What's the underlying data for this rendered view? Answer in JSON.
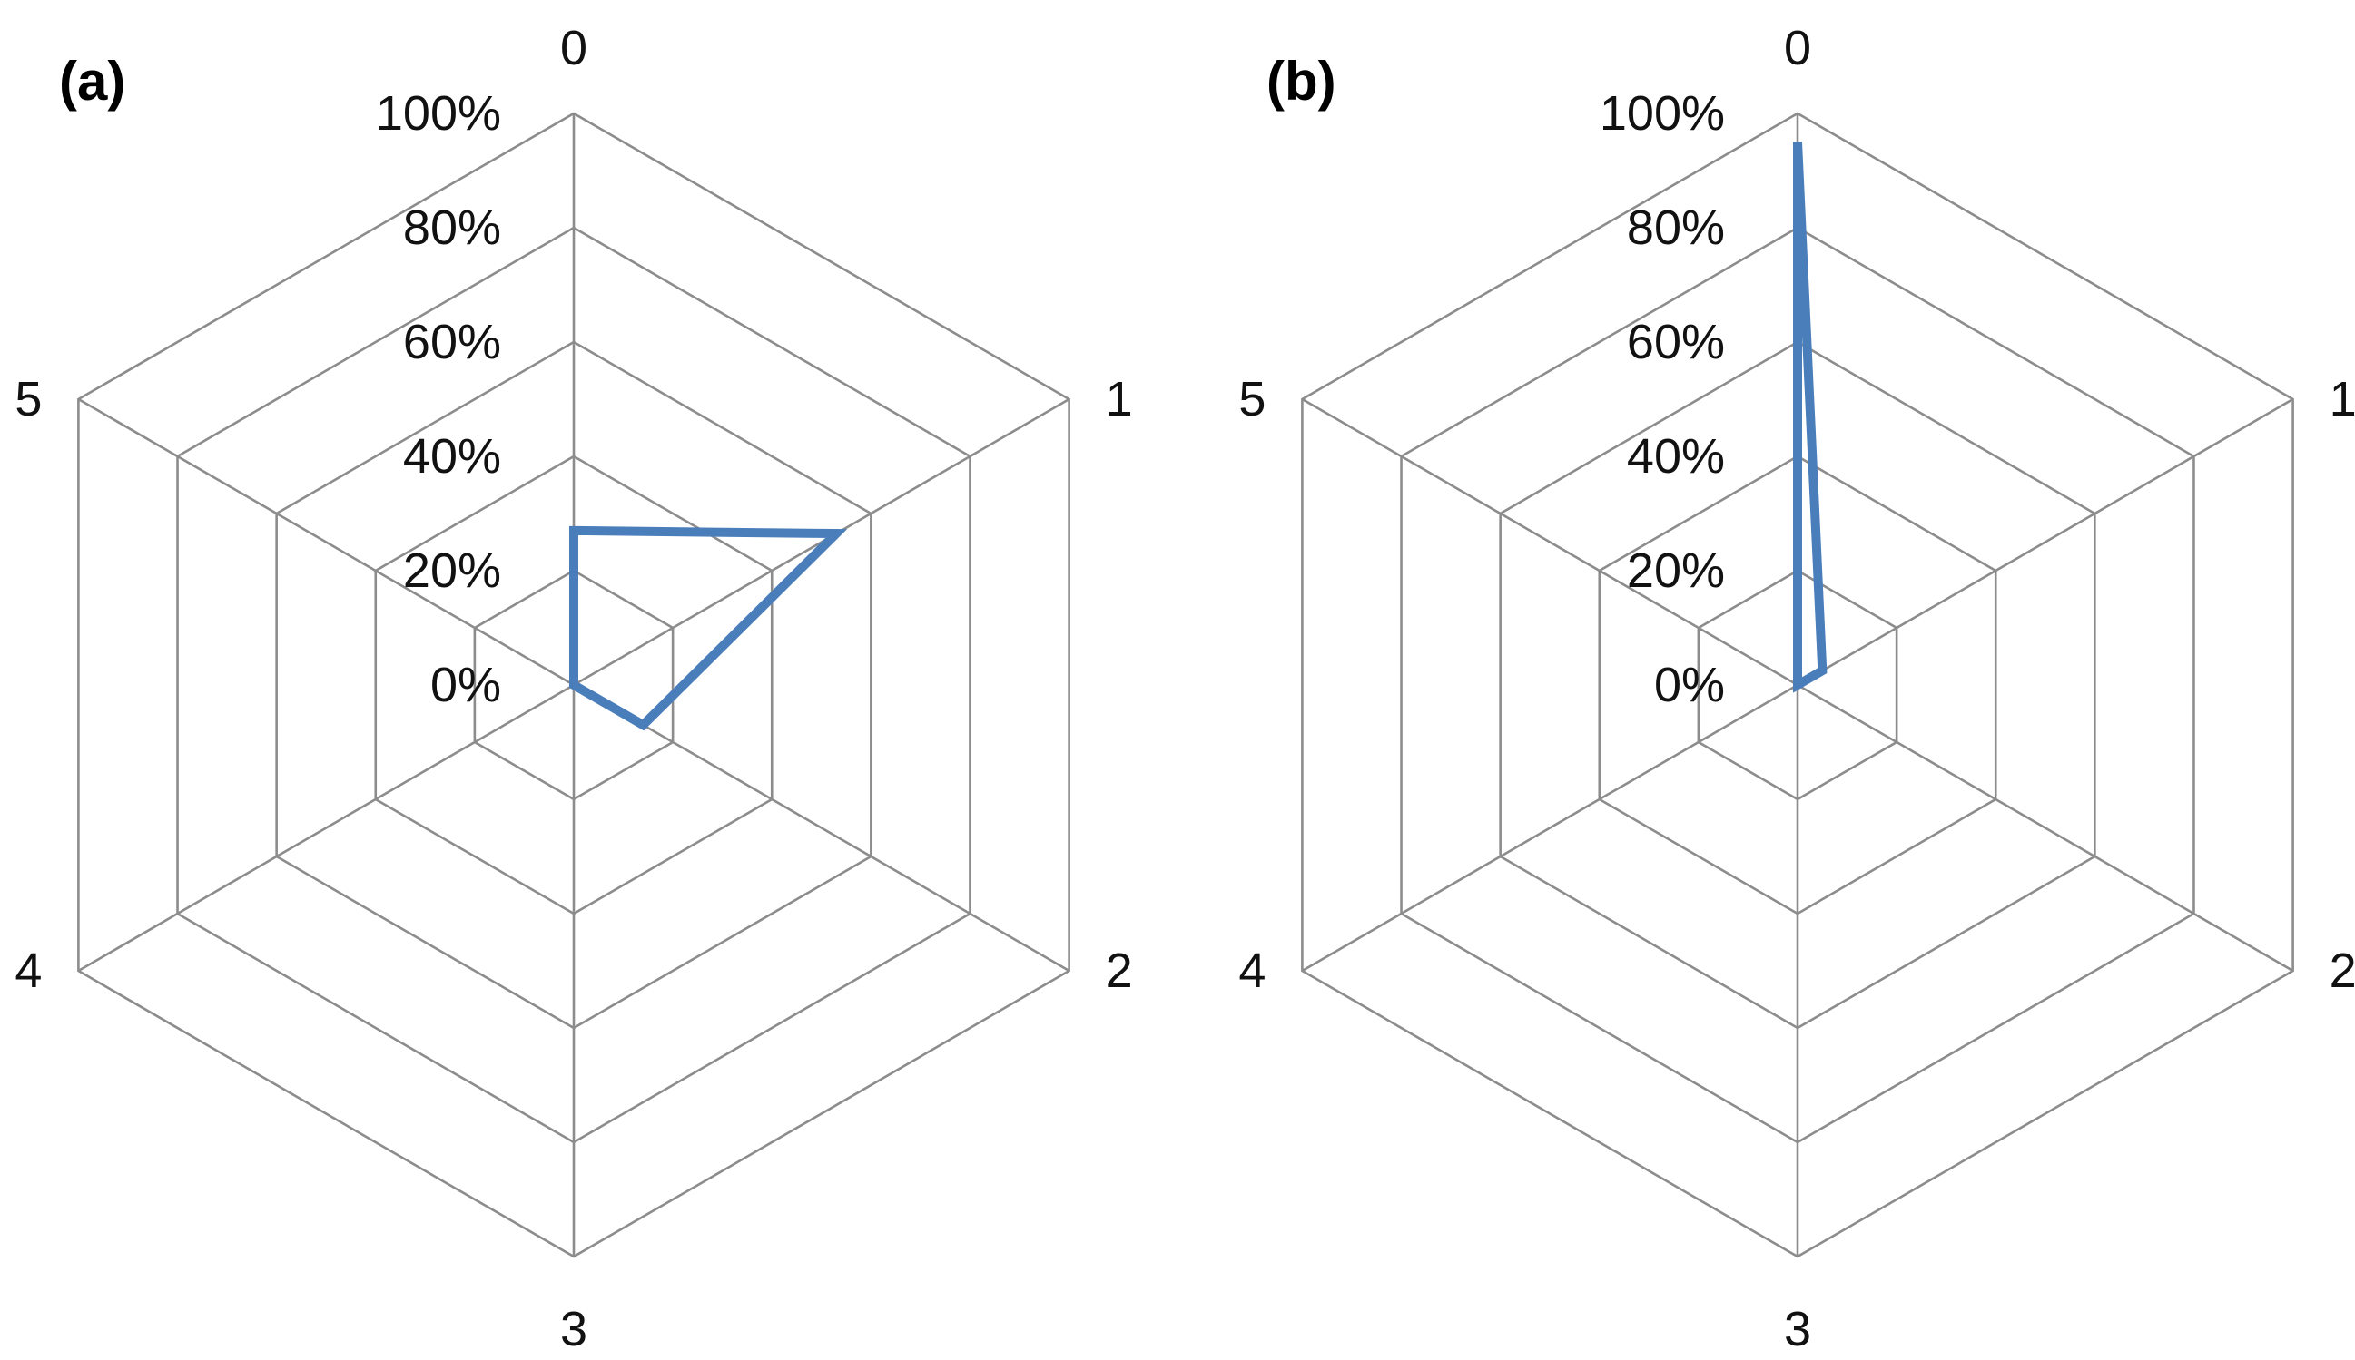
{
  "chart_data": [
    {
      "type": "radar",
      "panel_label": "(a)",
      "categories": [
        "0",
        "1",
        "2",
        "3",
        "4",
        "5"
      ],
      "tick_labels": [
        "0%",
        "20%",
        "40%",
        "60%",
        "80%",
        "100%"
      ],
      "range": [
        0,
        100
      ],
      "grid": true,
      "series": [
        {
          "values": [
            27,
            53,
            14,
            0,
            0,
            0
          ],
          "color": "#4a7ebb"
        }
      ]
    },
    {
      "type": "radar",
      "panel_label": "(b)",
      "categories": [
        "0",
        "1",
        "2",
        "3",
        "4",
        "5"
      ],
      "tick_labels": [
        "0%",
        "20%",
        "40%",
        "60%",
        "80%",
        "100%"
      ],
      "range": [
        0,
        100
      ],
      "grid": true,
      "series": [
        {
          "values": [
            95,
            5,
            0,
            0,
            0,
            0
          ],
          "color": "#4a7ebb"
        }
      ]
    }
  ]
}
